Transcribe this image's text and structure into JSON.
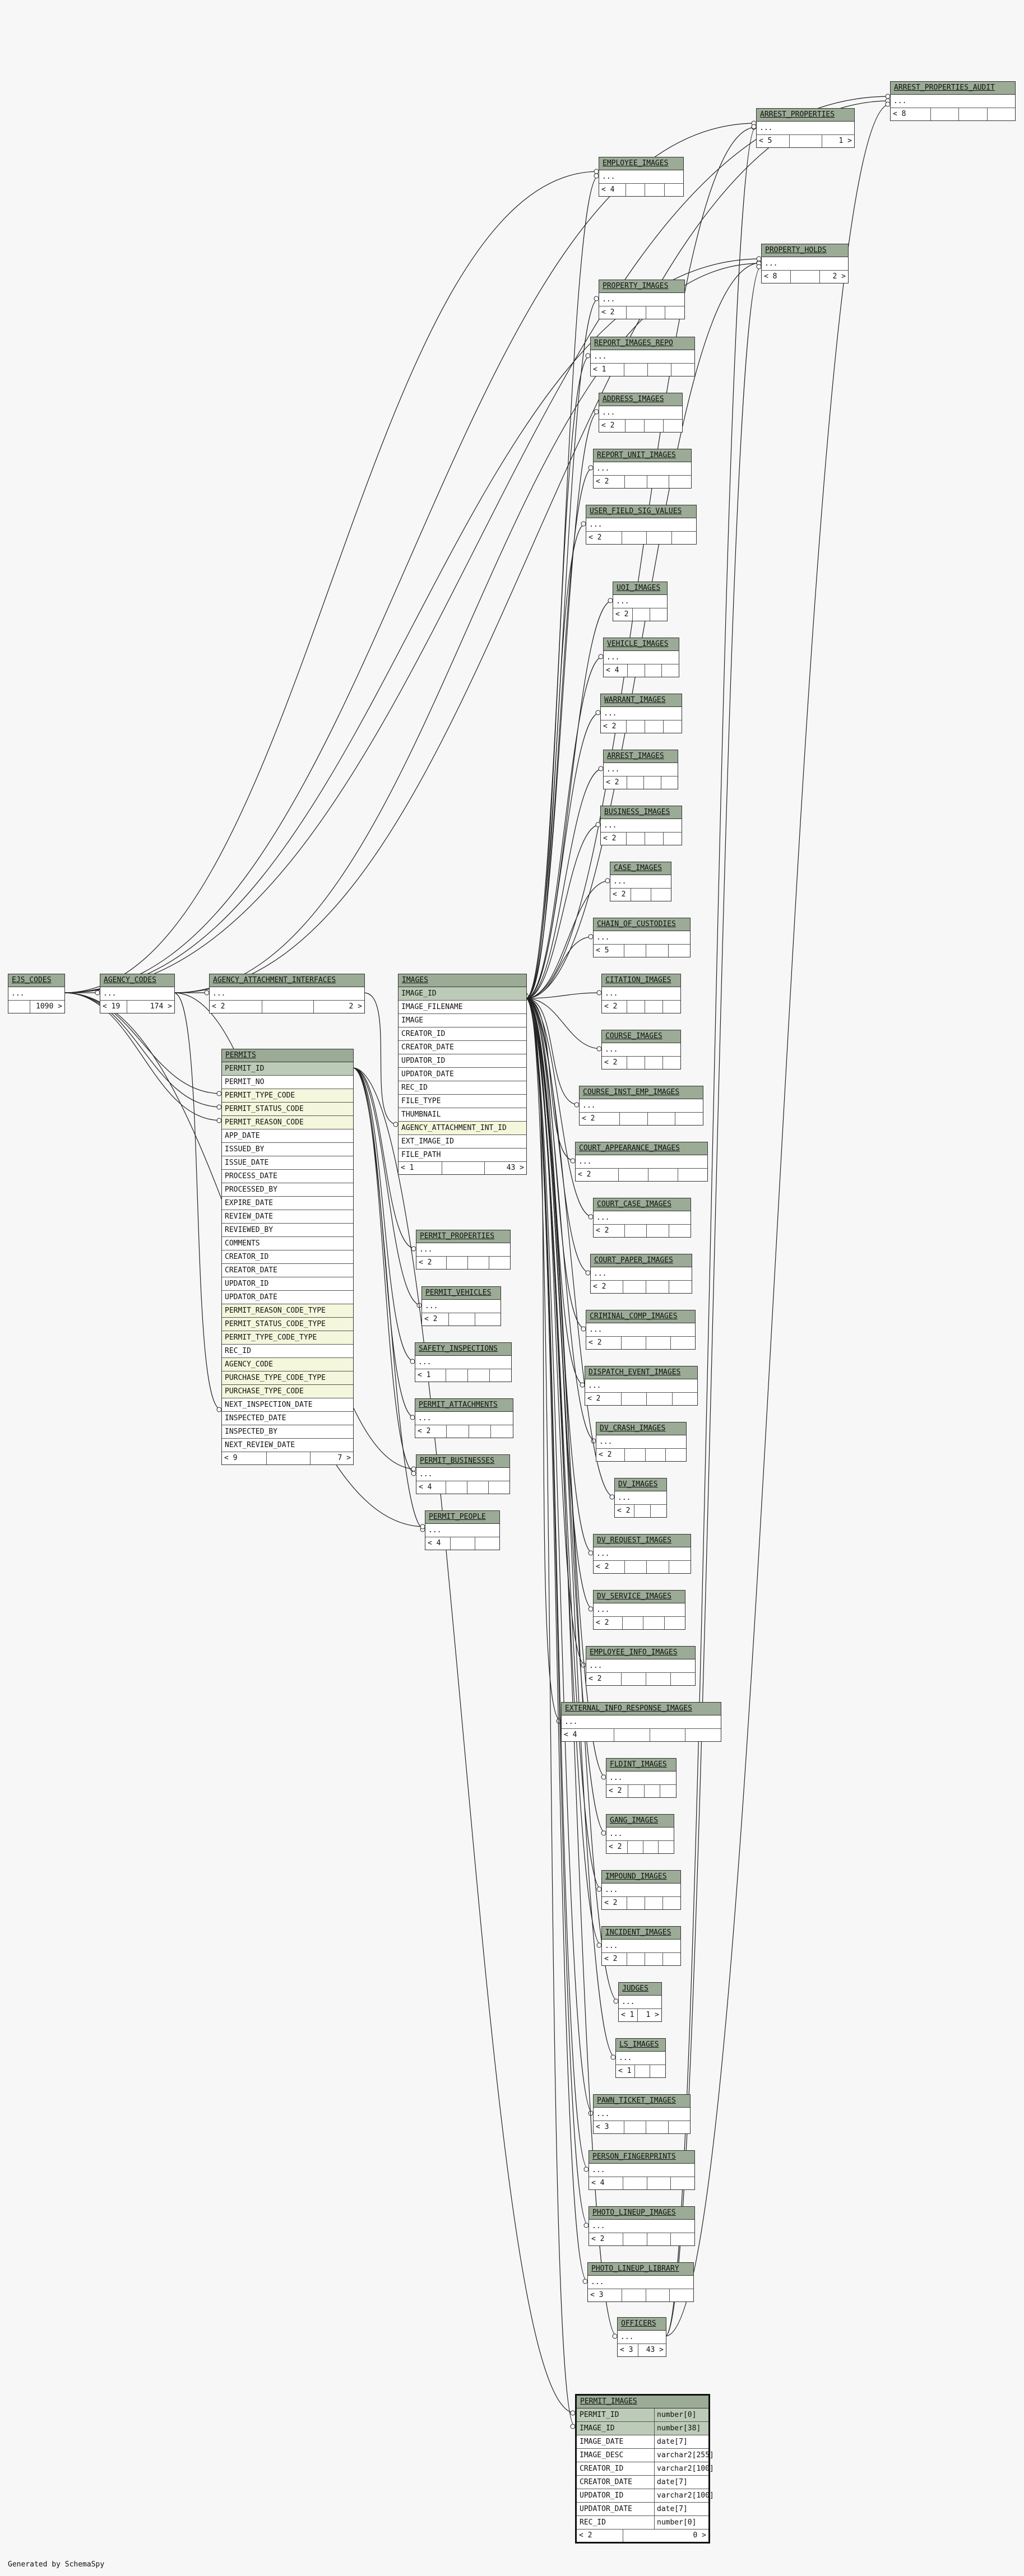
{
  "generated_by": "Generated by SchemaSpy",
  "tables": {
    "arrest_properties_audit": {
      "name": "ARREST_PROPERTIES_AUDIT",
      "cols": [
        "..."
      ],
      "foot": [
        "< 8",
        "",
        "",
        ""
      ]
    },
    "arrest_properties": {
      "name": "ARREST_PROPERTIES",
      "cols": [
        "..."
      ],
      "foot": [
        "< 5",
        "",
        "1 >"
      ]
    },
    "employee_images": {
      "name": "EMPLOYEE_IMAGES",
      "cols": [
        "..."
      ],
      "foot": [
        "< 4",
        "",
        "",
        ""
      ]
    },
    "property_holds": {
      "name": "PROPERTY_HOLDS",
      "cols": [
        "..."
      ],
      "foot": [
        "< 8",
        "",
        "2 >"
      ]
    },
    "property_images": {
      "name": "PROPERTY_IMAGES",
      "cols": [
        "..."
      ],
      "foot": [
        "< 2",
        "",
        "",
        ""
      ]
    },
    "report_images_repo": {
      "name": "REPORT_IMAGES_REPO",
      "cols": [
        "..."
      ],
      "foot": [
        "< 1",
        "",
        "",
        ""
      ]
    },
    "address_images": {
      "name": "ADDRESS_IMAGES",
      "cols": [
        "..."
      ],
      "foot": [
        "< 2",
        "",
        "",
        ""
      ]
    },
    "report_unit_images": {
      "name": "REPORT_UNIT_IMAGES",
      "cols": [
        "..."
      ],
      "foot": [
        "< 2",
        "",
        "",
        ""
      ]
    },
    "user_field_sig_values": {
      "name": "USER_FIELD_SIG_VALUES",
      "cols": [
        "..."
      ],
      "foot": [
        "< 2",
        "",
        "",
        ""
      ]
    },
    "uoi_images": {
      "name": "UOI_IMAGES",
      "cols": [
        "..."
      ],
      "foot": [
        "< 2",
        "",
        ""
      ]
    },
    "vehicle_images": {
      "name": "VEHICLE_IMAGES",
      "cols": [
        "..."
      ],
      "foot": [
        "< 4",
        "",
        "",
        ""
      ]
    },
    "warrant_images": {
      "name": "WARRANT_IMAGES",
      "cols": [
        "..."
      ],
      "foot": [
        "< 2",
        "",
        "",
        ""
      ]
    },
    "arrest_images": {
      "name": "ARREST_IMAGES",
      "cols": [
        "..."
      ],
      "foot": [
        "< 2",
        "",
        "",
        ""
      ]
    },
    "business_images": {
      "name": "BUSINESS_IMAGES",
      "cols": [
        "..."
      ],
      "foot": [
        "< 2",
        "",
        "",
        ""
      ]
    },
    "case_images": {
      "name": "CASE_IMAGES",
      "cols": [
        "..."
      ],
      "foot": [
        "< 2",
        "",
        ""
      ]
    },
    "chain_of_custodies": {
      "name": "CHAIN_OF_CUSTODIES",
      "cols": [
        "..."
      ],
      "foot": [
        "< 5",
        "",
        "",
        ""
      ]
    },
    "citation_images": {
      "name": "CITATION_IMAGES",
      "cols": [
        "..."
      ],
      "foot": [
        "< 2",
        "",
        "",
        ""
      ]
    },
    "course_images": {
      "name": "COURSE_IMAGES",
      "cols": [
        "..."
      ],
      "foot": [
        "< 2",
        "",
        "",
        ""
      ]
    },
    "course_inst_emp_images": {
      "name": "COURSE_INST_EMP_IMAGES",
      "cols": [
        "..."
      ],
      "foot": [
        "< 2",
        "",
        "",
        ""
      ]
    },
    "court_appearance_images": {
      "name": "COURT_APPEARANCE_IMAGES",
      "cols": [
        "..."
      ],
      "foot": [
        "< 2",
        "",
        "",
        ""
      ]
    },
    "court_case_images": {
      "name": "COURT_CASE_IMAGES",
      "cols": [
        "..."
      ],
      "foot": [
        "< 2",
        "",
        "",
        ""
      ]
    },
    "court_paper_images": {
      "name": "COURT_PAPER_IMAGES",
      "cols": [
        "..."
      ],
      "foot": [
        "< 2",
        "",
        "",
        ""
      ]
    },
    "criminal_comp_images": {
      "name": "CRIMINAL_COMP_IMAGES",
      "cols": [
        "..."
      ],
      "foot": [
        "< 2",
        "",
        "",
        ""
      ]
    },
    "dispatch_event_images": {
      "name": "DISPATCH_EVENT_IMAGES",
      "cols": [
        "..."
      ],
      "foot": [
        "< 2",
        "",
        "",
        ""
      ]
    },
    "dv_crash_images": {
      "name": "DV_CRASH_IMAGES",
      "cols": [
        "..."
      ],
      "foot": [
        "< 2",
        "",
        "",
        ""
      ]
    },
    "dv_images": {
      "name": "DV_IMAGES",
      "cols": [
        "..."
      ],
      "foot": [
        "< 2",
        "",
        ""
      ]
    },
    "dv_request_images": {
      "name": "DV_REQUEST_IMAGES",
      "cols": [
        "..."
      ],
      "foot": [
        "< 2",
        "",
        "",
        ""
      ]
    },
    "dv_service_images": {
      "name": "DV_SERVICE_IMAGES",
      "cols": [
        "..."
      ],
      "foot": [
        "< 2",
        "",
        "",
        ""
      ]
    },
    "employee_info_images": {
      "name": "EMPLOYEE_INFO_IMAGES",
      "cols": [
        "..."
      ],
      "foot": [
        "< 2",
        "",
        "",
        ""
      ]
    },
    "external_info_response_images": {
      "name": "EXTERNAL_INFO_RESPONSE_IMAGES",
      "cols": [
        "..."
      ],
      "foot": [
        "< 4",
        "",
        "",
        ""
      ]
    },
    "fldint_images": {
      "name": "FLDINT_IMAGES",
      "cols": [
        "..."
      ],
      "foot": [
        "< 2",
        "",
        "",
        ""
      ]
    },
    "gang_images": {
      "name": "GANG_IMAGES",
      "cols": [
        "..."
      ],
      "foot": [
        "< 2",
        "",
        "",
        ""
      ]
    },
    "impound_images": {
      "name": "IMPOUND_IMAGES",
      "cols": [
        "..."
      ],
      "foot": [
        "< 2",
        "",
        "",
        ""
      ]
    },
    "incident_images": {
      "name": "INCIDENT_IMAGES",
      "cols": [
        "..."
      ],
      "foot": [
        "< 2",
        "",
        "",
        ""
      ]
    },
    "judges": {
      "name": "JUDGES",
      "cols": [
        "..."
      ],
      "foot": [
        "< 1",
        "1 >"
      ]
    },
    "ls_images": {
      "name": "LS_IMAGES",
      "cols": [
        "..."
      ],
      "foot": [
        "< 1",
        "",
        ""
      ]
    },
    "pawn_ticket_images": {
      "name": "PAWN_TICKET_IMAGES",
      "cols": [
        "..."
      ],
      "foot": [
        "< 3",
        "",
        "",
        ""
      ]
    },
    "person_fingerprints": {
      "name": "PERSON_FINGERPRINTS",
      "cols": [
        "..."
      ],
      "foot": [
        "< 4",
        "",
        "",
        ""
      ]
    },
    "photo_lineup_images": {
      "name": "PHOTO_LINEUP_IMAGES",
      "cols": [
        "..."
      ],
      "foot": [
        "< 2",
        "",
        "",
        ""
      ]
    },
    "photo_lineup_library": {
      "name": "PHOTO_LINEUP_LIBRARY",
      "cols": [
        "..."
      ],
      "foot": [
        "< 3",
        "",
        "",
        ""
      ]
    },
    "officers": {
      "name": "OFFICERS",
      "cols": [
        "..."
      ],
      "foot": [
        "< 3",
        "43 >"
      ]
    },
    "ejs_codes": {
      "name": "EJS_CODES",
      "cols": [
        "..."
      ],
      "foot": [
        "",
        "1090 >"
      ]
    },
    "agency_codes": {
      "name": "AGENCY_CODES",
      "cols": [
        "..."
      ],
      "foot": [
        "< 19",
        "174 >"
      ]
    },
    "agency_attachment_interfaces": {
      "name": "AGENCY_ATTACHMENT_INTERFACES",
      "cols": [
        "..."
      ],
      "foot": [
        "< 2",
        "",
        "2 >"
      ]
    },
    "images": {
      "name": "IMAGES",
      "cols": [
        "IMAGE_ID",
        "IMAGE_FILENAME",
        "IMAGE",
        "CREATOR_ID",
        "CREATOR_DATE",
        "UPDATOR_ID",
        "UPDATOR_DATE",
        "REC_ID",
        "FILE_TYPE",
        "THUMBNAIL",
        "AGENCY_ATTACHMENT_INT_ID",
        "EXT_IMAGE_ID",
        "FILE_PATH"
      ],
      "pk": [
        0
      ],
      "fk": [
        10
      ],
      "foot": [
        "< 1",
        "",
        "43 >"
      ]
    },
    "permits": {
      "name": "PERMITS",
      "cols": [
        "PERMIT_ID",
        "PERMIT_NO",
        "PERMIT_TYPE_CODE",
        "PERMIT_STATUS_CODE",
        "PERMIT_REASON_CODE",
        "APP_DATE",
        "ISSUED_BY",
        "ISSUE_DATE",
        "PROCESS_DATE",
        "PROCESSED_BY",
        "EXPIRE_DATE",
        "REVIEW_DATE",
        "REVIEWED_BY",
        "COMMENTS",
        "CREATOR_ID",
        "CREATOR_DATE",
        "UPDATOR_ID",
        "UPDATOR_DATE",
        "PERMIT_REASON_CODE_TYPE",
        "PERMIT_STATUS_CODE_TYPE",
        "PERMIT_TYPE_CODE_TYPE",
        "REC_ID",
        "AGENCY_CODE",
        "PURCHASE_TYPE_CODE_TYPE",
        "PURCHASE_TYPE_CODE",
        "NEXT_INSPECTION_DATE",
        "INSPECTED_DATE",
        "INSPECTED_BY",
        "NEXT_REVIEW_DATE"
      ],
      "pk": [
        0
      ],
      "fk": [
        2,
        3,
        4,
        18,
        19,
        20,
        22,
        23,
        24
      ],
      "foot": [
        "< 9",
        "",
        "7 >"
      ]
    },
    "permit_properties": {
      "name": "PERMIT_PROPERTIES",
      "cols": [
        "..."
      ],
      "foot": [
        "< 2",
        "",
        "",
        ""
      ]
    },
    "permit_vehicles": {
      "name": "PERMIT_VEHICLES",
      "cols": [
        "..."
      ],
      "foot": [
        "< 2",
        "",
        ""
      ]
    },
    "safety_inspections": {
      "name": "SAFETY_INSPECTIONS",
      "cols": [
        "..."
      ],
      "foot": [
        "< 1",
        "",
        "",
        ""
      ]
    },
    "permit_attachments": {
      "name": "PERMIT_ATTACHMENTS",
      "cols": [
        "..."
      ],
      "foot": [
        "< 2",
        "",
        "",
        ""
      ]
    },
    "permit_businesses": {
      "name": "PERMIT_BUSINESSES",
      "cols": [
        "..."
      ],
      "foot": [
        "< 4",
        "",
        "",
        ""
      ]
    },
    "permit_people": {
      "name": "PERMIT_PEOPLE",
      "cols": [
        "..."
      ],
      "foot": [
        "< 4",
        "",
        ""
      ]
    },
    "permit_images": {
      "name": "PERMIT_IMAGES",
      "cols": [
        "PERMIT_ID",
        "IMAGE_ID",
        "IMAGE_DATE",
        "IMAGE_DESC",
        "CREATOR_ID",
        "CREATOR_DATE",
        "UPDATOR_ID",
        "UPDATOR_DATE",
        "REC_ID"
      ],
      "types": [
        "number[0]",
        "number[38]",
        "date[7]",
        "varchar2[255]",
        "varchar2[100]",
        "date[7]",
        "varchar2[100]",
        "date[7]",
        "number[0]"
      ],
      "pk": [
        0,
        1
      ],
      "foot": [
        "< 2",
        "0 >"
      ]
    }
  }
}
